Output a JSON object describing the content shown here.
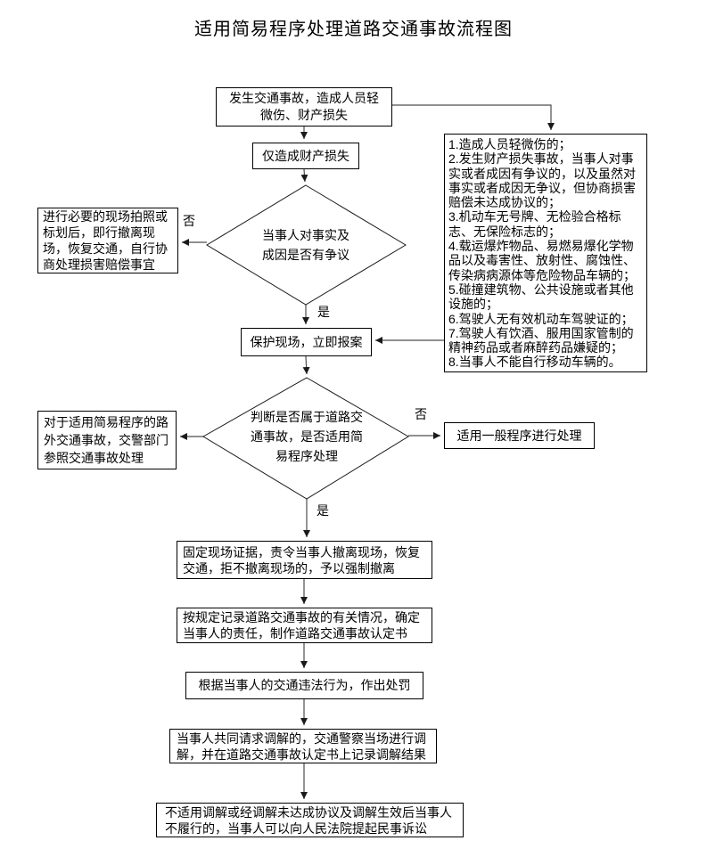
{
  "title": "适用简易程序处理道路交通事故流程图",
  "nodes": {
    "start": "发生交通事故，造成人员轻微伤、财产损失",
    "property_only": "仅造成财产损失",
    "dispute_decision": "当事人对事实及成因是否有争议",
    "leave_scene": "进行必要的现场拍照或标划后，即行撤离现场，恢复交通，自行协商处理损害赔偿事宜",
    "protect_scene": "保护现场，立即报案",
    "applicability_decision": "判断是否属于道路交通事故，是否适用简易程序处理",
    "offroad_accident": "对于适用简易程序的路外交通事故，交警部门参照交通事故处理",
    "general_procedure": "适用一般程序进行处理",
    "fix_evidence": "固定现场证据，责令当事人撤离现场，恢复交通，拒不撤离现场的，予以强制撤离",
    "record_accident": "按规定记录道路交通事故的有关情况，确定当事人的责任，制作道路交通事故认定书",
    "punish": "根据当事人的交通违法行为，作出处罚",
    "mediation": "当事人共同请求调解的，交通警察当场进行调解，并在道路交通事故认定书上记录调解结果",
    "litigation": "不适用调解或经调解未达成协议及调解生效后当事人不履行的，当事人可以向人民法院提起民事诉讼"
  },
  "conditions": {
    "items": [
      "1.造成人员轻微伤的；",
      "2.发生财产损失事故，当事人对事实或者成因有争议的，以及虽然对事实或者成因无争议，但协商损害赔偿未达成协议的；",
      "3.机动车无号牌、无检验合格标志、无保险标志的；",
      "4.载运爆炸物品、易燃易爆化学物品以及毒害性、放射性、腐蚀性、传染病病源体等危险物品车辆的；",
      "5.碰撞建筑物、公共设施或者其他设施的；",
      "6.驾驶人无有效机动车驾驶证的；",
      "7.驾驶人有饮酒、服用国家管制的精神药品或者麻醉药品嫌疑的；",
      "8.当事人不能自行移动车辆的。"
    ]
  },
  "edge_labels": {
    "dispute_no": "否",
    "dispute_yes": "是",
    "applicability_no": "否",
    "applicability_yes": "是"
  },
  "colors": {
    "box_border": "#000000",
    "line": "#4d4d4d",
    "background": "#ffffff",
    "text": "#000000"
  }
}
